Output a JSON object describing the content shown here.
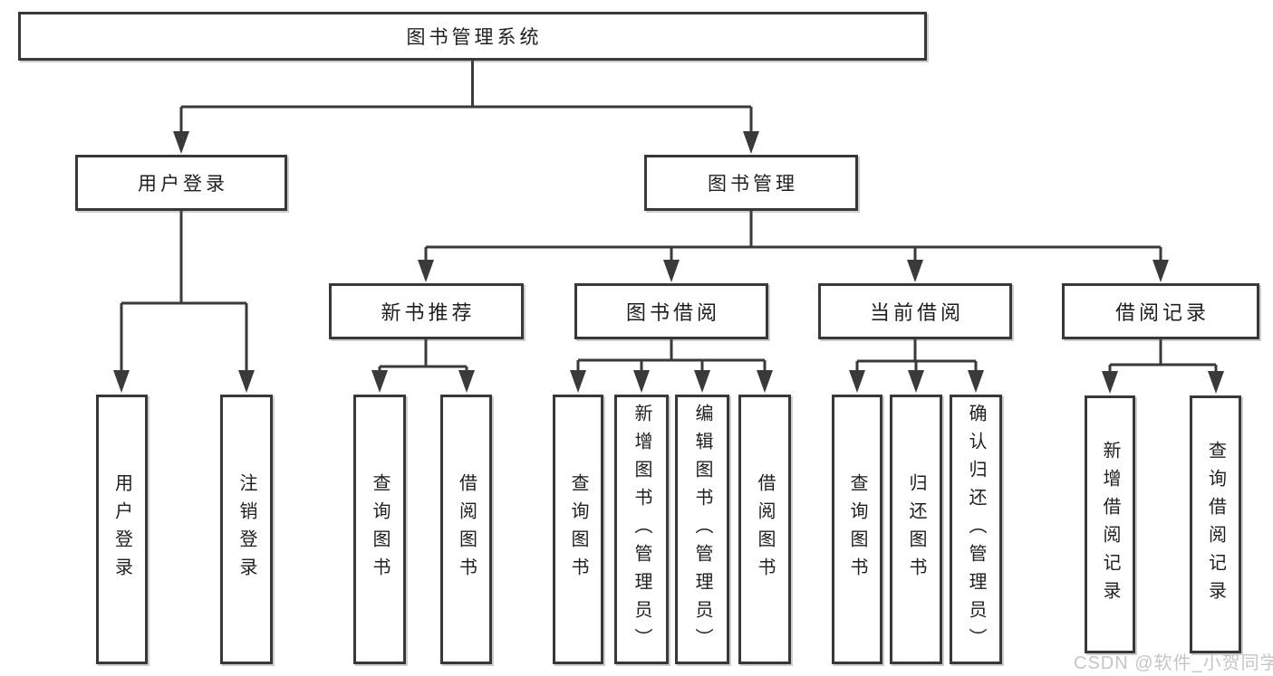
{
  "tree": {
    "root": {
      "label": "图书管理系统"
    },
    "branches": [
      {
        "label": "用户登录",
        "leaves": [
          {
            "label": "用户登录"
          },
          {
            "label": "注销登录"
          }
        ]
      },
      {
        "label": "图书管理",
        "groups": [
          {
            "label": "新书推荐",
            "leaves": [
              {
                "label": "查询图书"
              },
              {
                "label": "借阅图书"
              }
            ]
          },
          {
            "label": "图书借阅",
            "leaves": [
              {
                "label": "查询图书"
              },
              {
                "label": "新增图书（管理员）"
              },
              {
                "label": "编辑图书（管理员）"
              },
              {
                "label": "借阅图书"
              }
            ]
          },
          {
            "label": "当前借阅",
            "leaves": [
              {
                "label": "查询图书"
              },
              {
                "label": "归还图书"
              },
              {
                "label": "确认归还（管理员）"
              }
            ]
          },
          {
            "label": "借阅记录",
            "leaves": [
              {
                "label": "新增借阅记录"
              },
              {
                "label": "查询借阅记录"
              }
            ]
          }
        ]
      }
    ]
  },
  "watermark": {
    "text": "CSDN @软件_小贺同学"
  },
  "colors": {
    "line": "#3a3a3a",
    "text": "#1f1f1f",
    "box_background": "#ffffff",
    "watermark": "#c9c4c4"
  }
}
